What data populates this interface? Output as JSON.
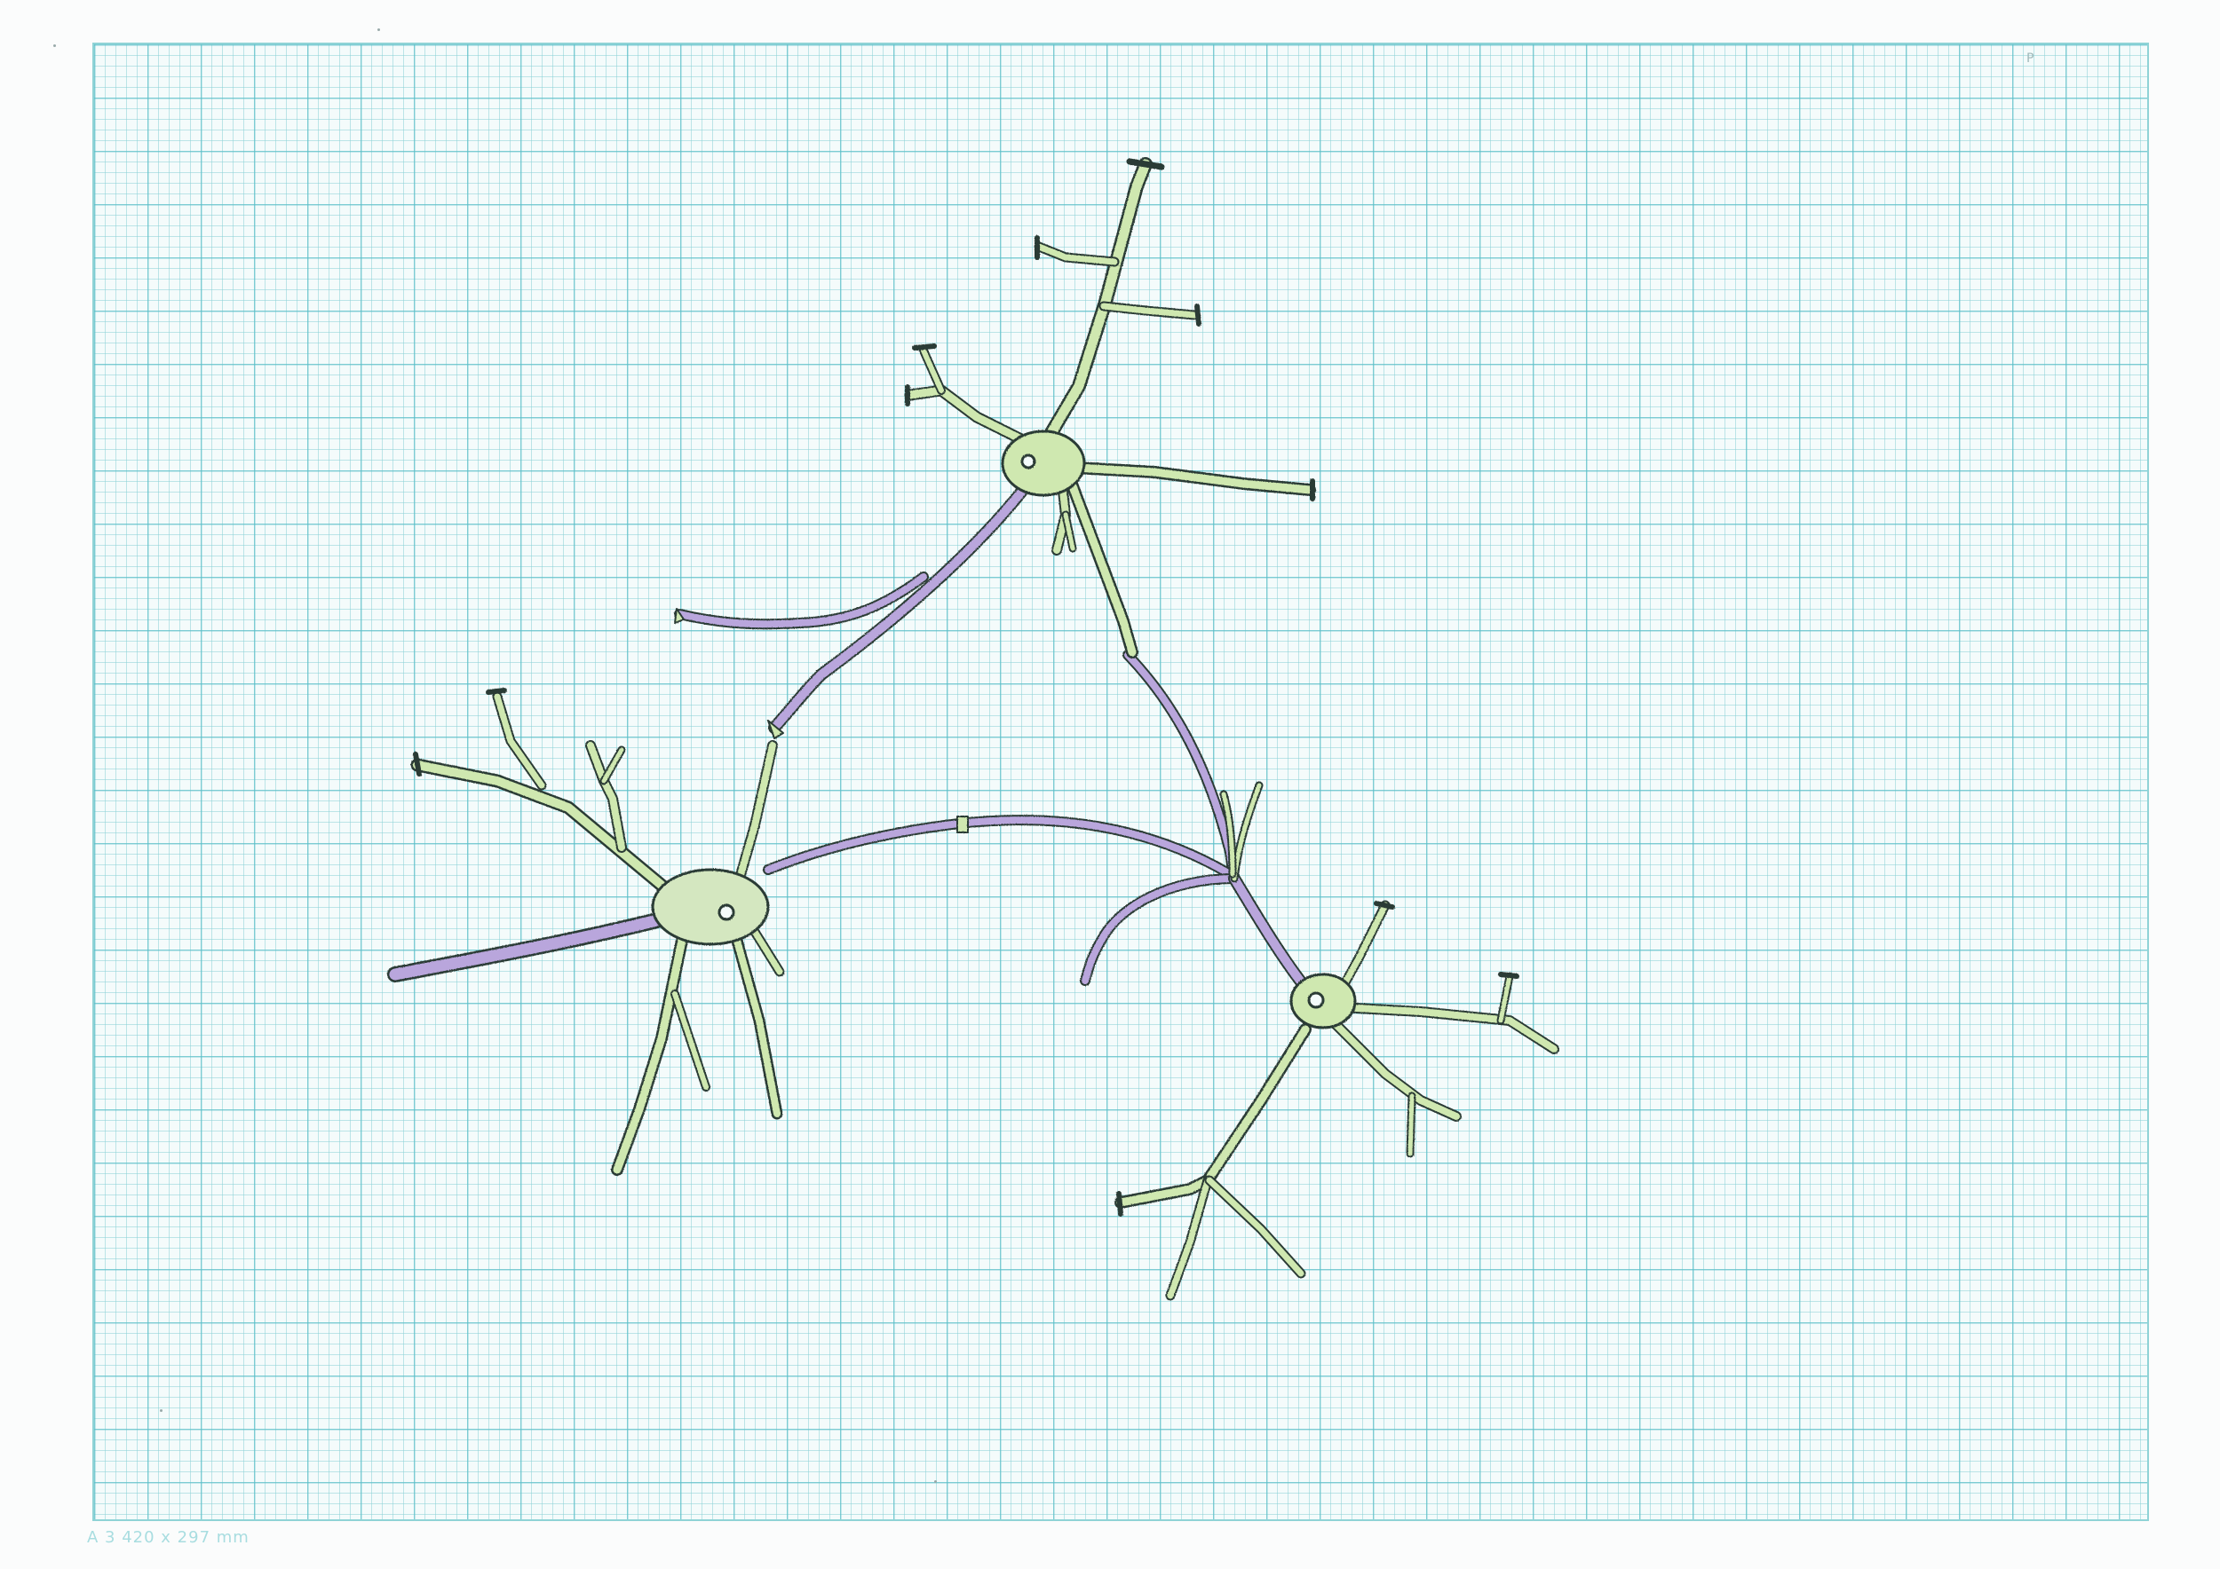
{
  "paper": {
    "format_label": "A 3  420 x 297 mm",
    "corner_mark": "P"
  },
  "colors": {
    "paper": "#fbfcfc",
    "grid_major": "#5abec8",
    "grid_minor": "#8cd2d7",
    "cell_outline": "#2c3a34",
    "cell_fill_green": "#cfe8b0",
    "axon_fill_purple": "#b9a6dc"
  },
  "drawing": {
    "subject": "neurons",
    "icons": [
      "neuron-icon",
      "axon-icon",
      "dendrite-icon",
      "nucleus-icon"
    ]
  }
}
